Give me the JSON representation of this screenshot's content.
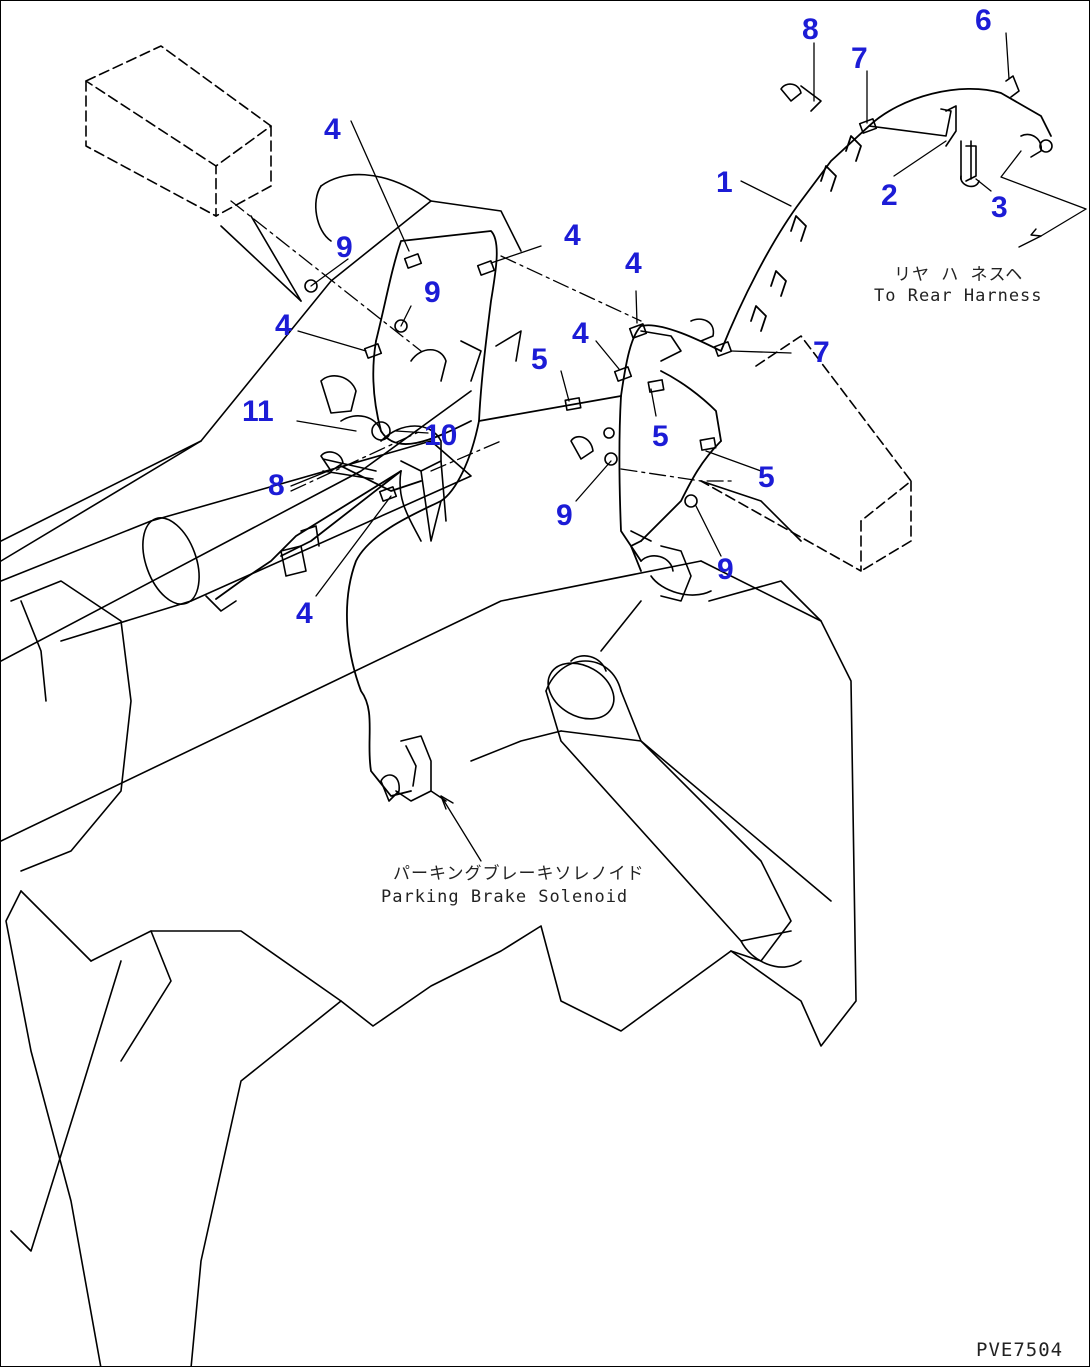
{
  "callouts": [
    "1",
    "2",
    "3",
    "4",
    "5",
    "6",
    "7",
    "8",
    "9",
    "10",
    "11"
  ],
  "notes": {
    "rear_harness_jp": "リヤ ハ ネスヘ",
    "rear_harness_en": "To Rear Harness",
    "parking_jp": "パーキングブレーキソレノイド",
    "parking_en": "Parking Brake Solenoid"
  },
  "drawing_code": "PVE7504",
  "colors": {
    "callout": "#1c1cd6",
    "line": "#000000"
  }
}
